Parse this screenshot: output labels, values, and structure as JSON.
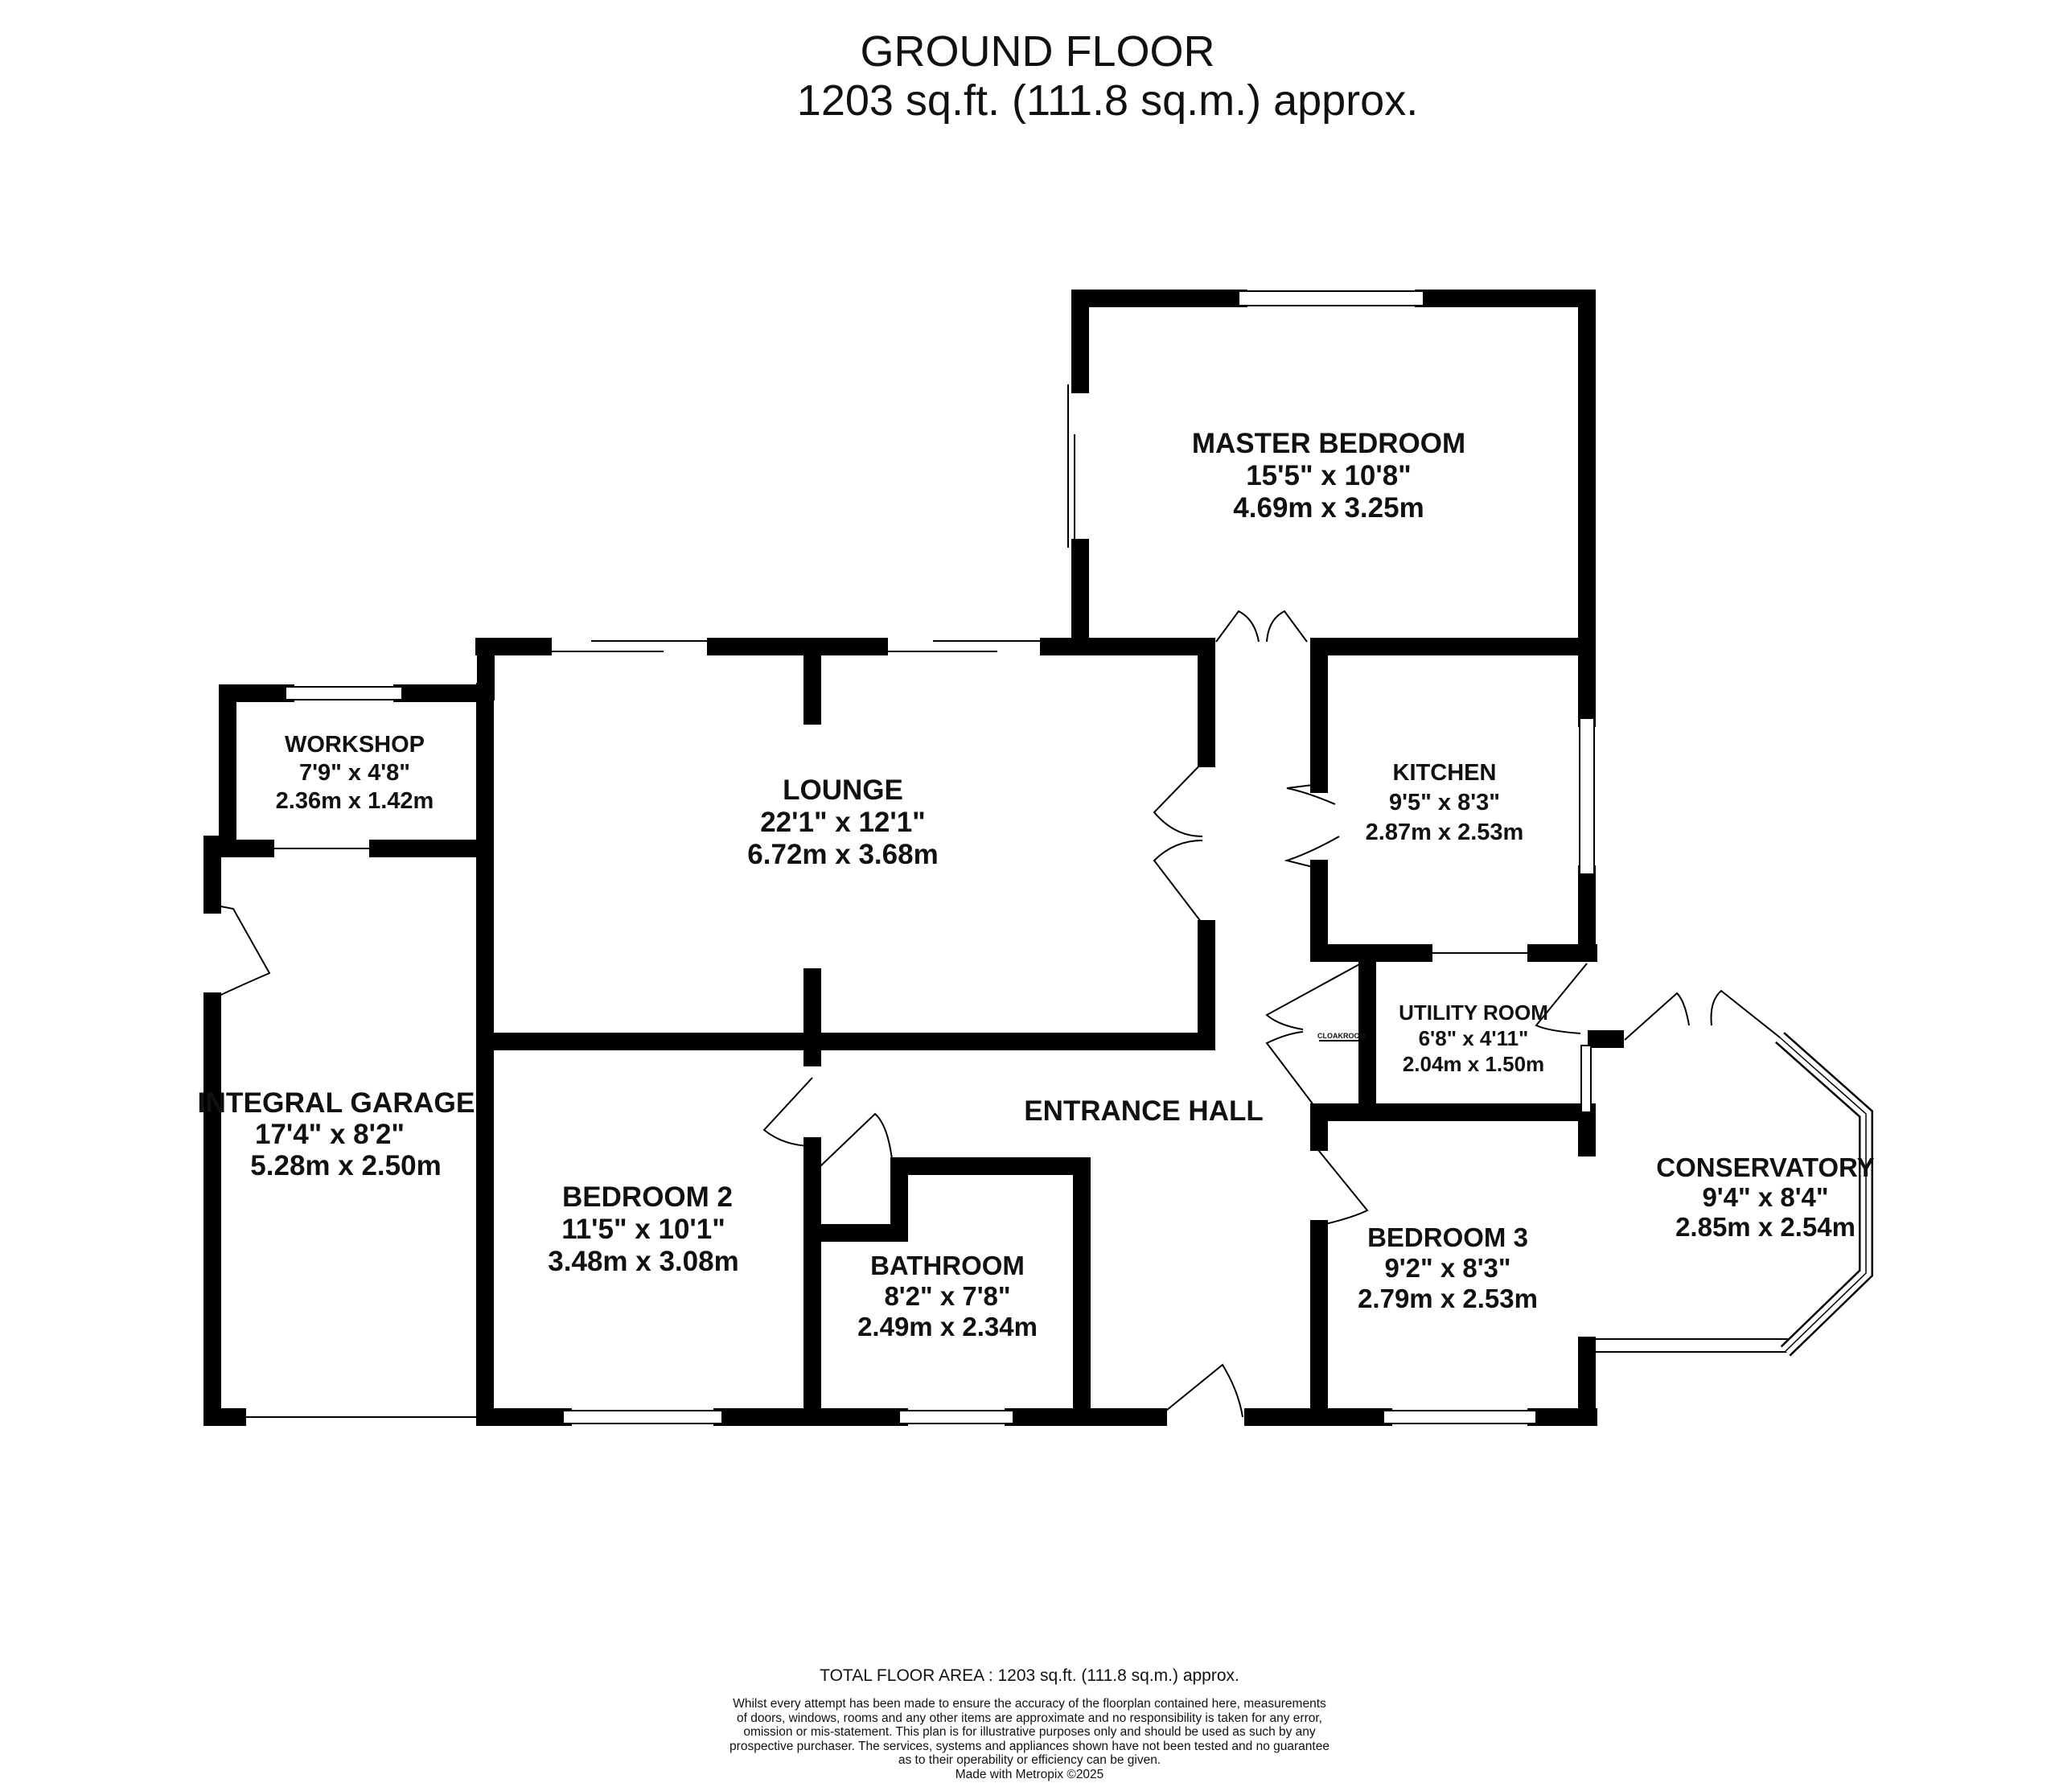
{
  "title": "GROUND FLOOR",
  "subtitle": "1203 sq.ft. (111.8 sq.m.) approx.",
  "rooms": [
    {
      "name": "MASTER BEDROOM",
      "imperial": "15'5\"  x 10'8\"",
      "metric": "4.69m  x 3.25m"
    },
    {
      "name": "WORKSHOP",
      "imperial": "7'9\"  x 4'8\"",
      "metric": "2.36m  x 1.42m"
    },
    {
      "name": "LOUNGE",
      "imperial": "22'1\"  x 12'1\"",
      "metric": "6.72m  x 3.68m"
    },
    {
      "name": "KITCHEN",
      "imperial": "9'5\"  x 8'3\"",
      "metric": "2.87m  x 2.53m"
    },
    {
      "name": "UTILITY ROOM",
      "imperial": "6'8\"  x 4'11\"",
      "metric": "2.04m  x 1.50m"
    },
    {
      "name": "INTEGRAL GARAGE",
      "imperial": "17'4\"  x 8'2\"",
      "metric": "5.28m  x 2.50m"
    },
    {
      "name": "ENTRANCE HALL",
      "imperial": "",
      "metric": ""
    },
    {
      "name": "CONSERVATORY",
      "imperial": "9'4\"  x 8'4\"",
      "metric": "2.85m  x 2.54m"
    },
    {
      "name": "BEDROOM 2",
      "imperial": "11'5\"  x 10'1\"",
      "metric": "3.48m  x 3.08m"
    },
    {
      "name": "BATHROOM",
      "imperial": "8'2\"  x 7'8\"",
      "metric": "2.49m  x 2.34m"
    },
    {
      "name": "BEDROOM 3",
      "imperial": "9'2\"  x 8'3\"",
      "metric": "2.79m  x 2.53m"
    }
  ],
  "cloakroom_label": "CLOAKROOM",
  "footer": {
    "total": "TOTAL FLOOR AREA : 1203 sq.ft. (111.8 sq.m.) approx.",
    "disclaimer_lines": [
      "Whilst every attempt has been made to ensure the accuracy of the floorplan contained here, measurements",
      "of doors, windows, rooms and any other items are approximate and no responsibility is taken for any error,",
      "omission or mis-statement. This plan is for illustrative purposes only and should be used as such by any",
      "prospective purchaser. The services, systems and appliances shown have not been tested and no guarantee",
      "as to their operability or efficiency can be given."
    ],
    "made_with": "Made with Metropix ©2025"
  }
}
